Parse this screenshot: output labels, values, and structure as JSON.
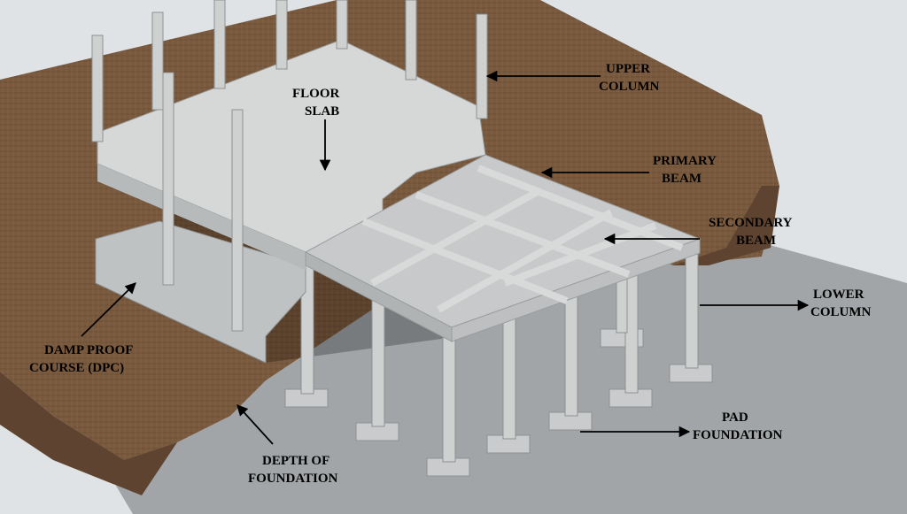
{
  "labels": {
    "upper_column": [
      "UPPER",
      "COLUMN"
    ],
    "floor_slab": [
      "FLOOR",
      "SLAB"
    ],
    "primary_beam": [
      "PRIMARY",
      "BEAM"
    ],
    "secondary_beam": [
      "SECONDARY",
      "BEAM"
    ],
    "lower_column": [
      "LOWER",
      "COLUMN"
    ],
    "damp_proof_course": [
      "DAMP PROOF",
      "COURSE (DPC)"
    ],
    "depth_of_foundation": [
      "DEPTH OF",
      "FOUNDATION"
    ],
    "pad_foundation": [
      "PAD",
      "FOUNDATION"
    ]
  },
  "colors": {
    "soil": "#7a5a3e",
    "soil_dark": "#5e4430",
    "concrete": "#d4d6d6",
    "concrete_shadow": "#a9acad",
    "ground_plane": "#9ea2a4",
    "background": "#dfe3e6"
  }
}
